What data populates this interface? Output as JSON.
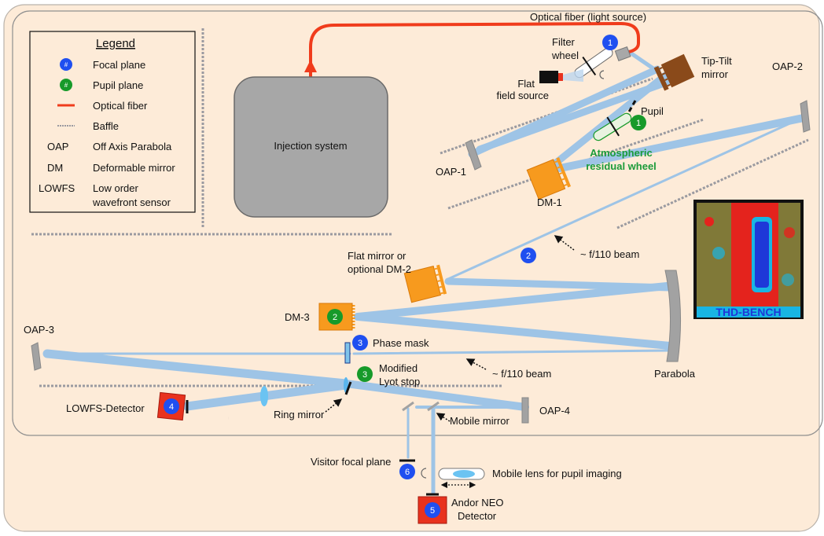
{
  "legend": {
    "title": "Legend",
    "badge_symbol": "#",
    "items": [
      {
        "key": "focal",
        "label": "Focal plane"
      },
      {
        "key": "pupil",
        "label": "Pupil plane"
      },
      {
        "key": "fiber",
        "label": "Optical fiber"
      },
      {
        "key": "baffle",
        "label": "Baffle"
      },
      {
        "key": "oap",
        "abbr": "OAP",
        "label": "Off Axis Parabola"
      },
      {
        "key": "dm",
        "abbr": "DM",
        "label": "Deformable mirror"
      },
      {
        "key": "lowfs",
        "abbr": "LOWFS",
        "label": "Low order",
        "label2": "wavefront sensor"
      }
    ]
  },
  "injection": {
    "label": "Injection system"
  },
  "labels": {
    "fiber": "Optical fiber (light source)",
    "filter_wheel_1": "Filter",
    "filter_wheel_2": "wheel",
    "flat_field_1": "Flat",
    "flat_field_2": "field source",
    "tiptilt_1": "Tip-Tilt",
    "tiptilt_2": "mirror",
    "oap2": "OAP-2",
    "pupil": "Pupil",
    "atm_1": "Atmospheric",
    "atm_2": "residual wheel",
    "oap1": "OAP-1",
    "dm1": "DM-1",
    "beam_upper": "~ f/110 beam",
    "flat_mirror_1": "Flat mirror or",
    "flat_mirror_2": "optional DM-2",
    "dm3": "DM-3",
    "oap3": "OAP-3",
    "phase_mask": "Phase mask",
    "beam_lower": "~ f/110 beam",
    "parabola": "Parabola",
    "lyot_1": "Modified",
    "lyot_2": "Lyot stop",
    "lowfs_det": "LOWFS-Detector",
    "ring_mirror": "Ring mirror",
    "mobile_mirror": "Mobile mirror",
    "oap4": "OAP-4",
    "visitor": "Visitor focal plane",
    "mobile_lens": "Mobile lens for pupil imaging",
    "andor_1": "Andor NEO",
    "andor_2": "Detector",
    "thd": "THD-BENCH"
  },
  "badges": {
    "b1": "1",
    "g1": "1",
    "b2": "2",
    "g2": "2",
    "b3": "3",
    "g3": "3",
    "b4": "4",
    "b5": "5",
    "b6": "6"
  },
  "colors": {
    "background": "#fdebd8",
    "beam": "#9ec4e6",
    "fiber": "#f03c1c",
    "focal_badge": "#1f4ff0",
    "pupil_badge": "#179a2a",
    "dm_orange": "#f79a1e",
    "tiptilt_brown": "#8a4a1a",
    "detector_red": "#e8321e",
    "atm_text": "#1b9b3a"
  }
}
